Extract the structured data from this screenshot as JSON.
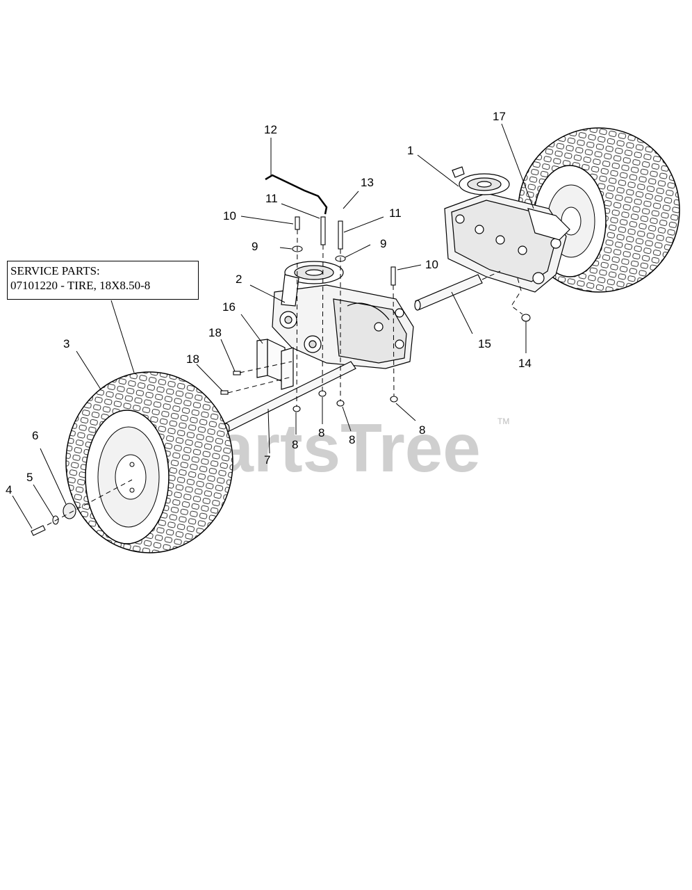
{
  "service_parts": {
    "title": "SERVICE PARTS:",
    "line": "07101220 - TIRE, 18X8.50-8"
  },
  "watermark": {
    "text": "PartsTree",
    "tm": "TM"
  },
  "callouts": {
    "c1": "1",
    "c2": "2",
    "c3": "3",
    "c4": "4",
    "c5": "5",
    "c6": "6",
    "c7": "7",
    "c8a": "8",
    "c8b": "8",
    "c8c": "8",
    "c8d": "8",
    "c9a": "9",
    "c9b": "9",
    "c10a": "10",
    "c10b": "10",
    "c11a": "11",
    "c11b": "11",
    "c12": "12",
    "c13": "13",
    "c14": "14",
    "c15": "15",
    "c16": "16",
    "c17": "17",
    "c18a": "18",
    "c18b": "18"
  },
  "colors": {
    "line": "#000000",
    "watermark": "#cfcfcf",
    "part_fill": "#f4f4f4"
  }
}
